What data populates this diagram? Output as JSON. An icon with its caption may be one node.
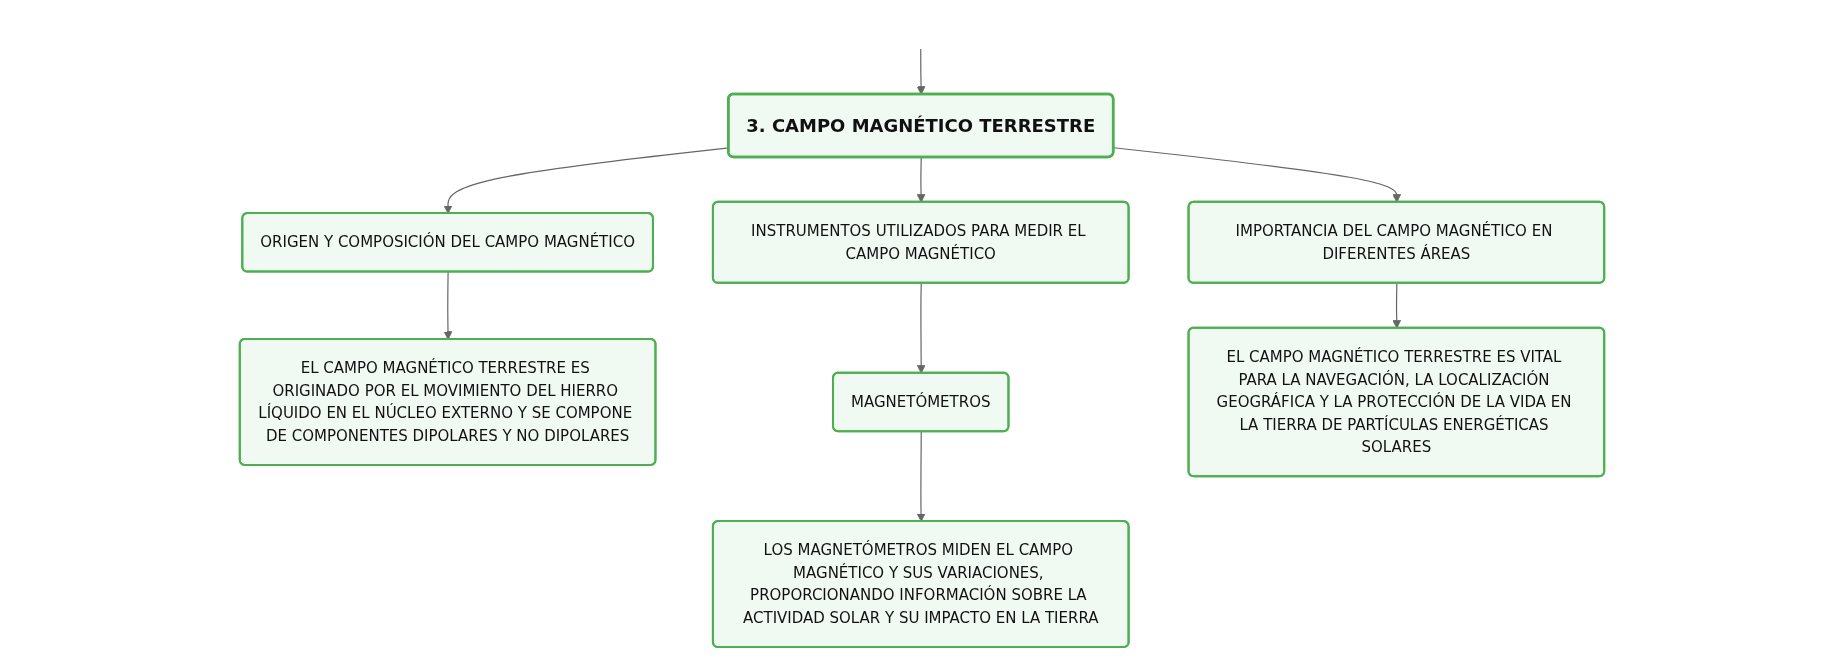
{
  "diagram": {
    "nodes": [
      {
        "text": [
          "3. CAMPO MAGNÉTICO TERRESTRE"
        ]
      },
      {
        "text": [
          "ORIGEN Y COMPOSICIÓN DEL CAMPO MAGNÉTICO"
        ]
      },
      {
        "text": [
          "INSTRUMENTOS UTILIZADOS PARA MEDIR EL CAMPO MAGNÉTICO"
        ]
      },
      {
        "text": [
          "IMPORTANCIA DEL CAMPO MAGNÉTICO EN DIFERENTES ÁREAS"
        ]
      },
      {
        "text": [
          "EL CAMPO MAGNÉTICO TERRESTRE ES ORIGINADO POR EL MOVIMIENTO DEL HIERRO LÍQUIDO EN EL NÚCLEO EXTERNO Y SE COMPONE DE COMPONENTES DIPOLARES Y NO DIPOLARES"
        ]
      },
      {
        "text": [
          "MAGNETÓMETROS"
        ]
      },
      {
        "text": [
          "LOS MAGNETÓMETROS MIDEN EL CAMPO MAGNÉTICO Y SUS VARIACIONES, PROPORCIONANDO INFORMACIÓN SOBRE LA ACTIVIDAD SOLAR Y SU IMPACTO EN LA TIERRA"
        ]
      },
      {
        "text": [
          "EL CAMPO MAGNÉTICO TERRESTRE ES VITAL PARA LA NAVEGACIÓN, LA LOCALIZACIÓN GEOGRÁFICA Y LA PROTECCIÓN DE LA VIDA EN LA TIERRA DE PARTÍCULAS ENERGÉTICAS SOLARES"
        ]
      }
    ],
    "edges": [
      {
        "from": null,
        "to": 0,
        "arrow": "to"
      },
      {
        "from": 0,
        "to": 1,
        "arrow": "to"
      },
      {
        "from": 0,
        "to": 2,
        "arrow": "to"
      },
      {
        "from": 0,
        "to": 3,
        "arrow": "to"
      },
      {
        "from": 1,
        "to": 4,
        "arrow": "to"
      },
      {
        "from": 2,
        "to": 5,
        "arrow": "to"
      },
      {
        "from": 5,
        "to": 6,
        "arrow": "to"
      },
      {
        "from": 3,
        "to": 7,
        "arrow": "to"
      }
    ]
  }
}
